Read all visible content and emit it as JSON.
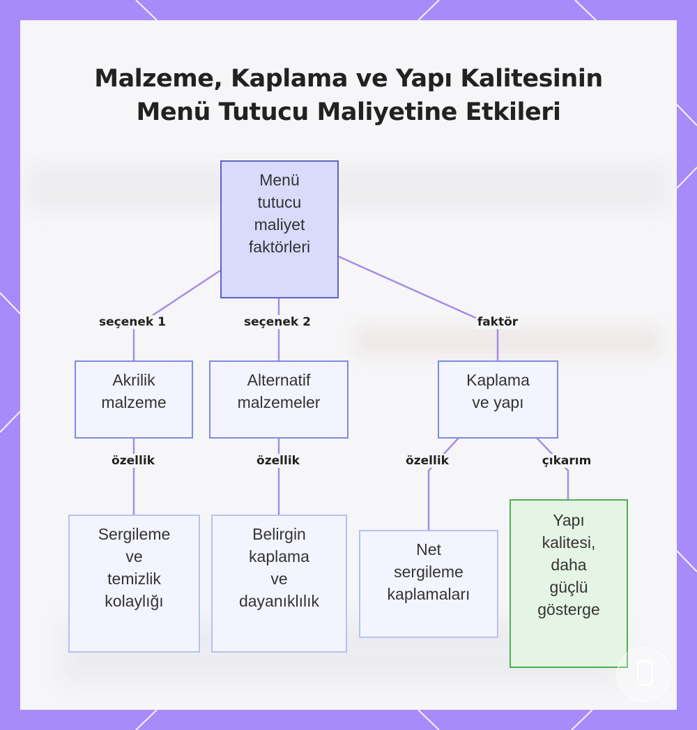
{
  "title_lines": [
    "Malzeme, Kaplama ve Yapı Kalitesinin",
    "Menü Tutucu Maliyetine Etkileri"
  ],
  "nodes": {
    "root": [
      "Menü",
      "tutucu",
      "maliyet",
      "faktörleri"
    ],
    "acrylic": [
      "Akrilik",
      "malzeme"
    ],
    "alternative": [
      "Alternatif",
      "malzemeler"
    ],
    "finish": [
      "Kaplama",
      "ve yapı"
    ],
    "display": [
      "Sergileme",
      "ve",
      "temizlik",
      "kolaylığı"
    ],
    "durability": [
      "Belirgin",
      "kaplama",
      "ve",
      "dayanıklılık"
    ],
    "clear_finish": [
      "Net",
      "sergileme",
      "kaplamaları"
    ],
    "quality": [
      "Yapı",
      "kalitesi,",
      "daha",
      "güçlü",
      "gösterge"
    ]
  },
  "edge_labels": {
    "option1": "seçenek 1",
    "option2": "seçenek 2",
    "factor": "faktör",
    "feature_a": "özellik",
    "feature_b": "özellik",
    "feature_c": "özellik",
    "inference": "çıkarım"
  },
  "colors": {
    "frame": "#a78bfa",
    "edge": "#a78bea",
    "root_fill": "#d9dbfb",
    "node_fill": "#f3f4fe",
    "highlight_fill": "#e5f5e5",
    "highlight_border": "#4caf50"
  }
}
